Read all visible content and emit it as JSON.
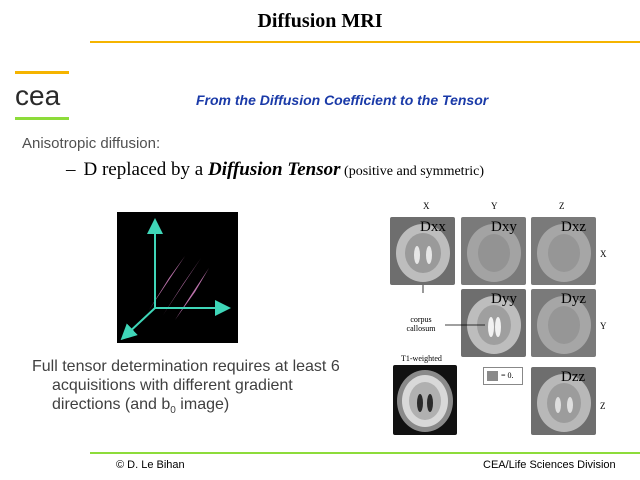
{
  "slide": {
    "title": "Diffusion MRI",
    "subtitle": "From the Diffusion Coefficient to the Tensor",
    "logo_text": "cea",
    "section_label": "Anisotropic diffusion:",
    "bullet": {
      "dash": "–",
      "prefix": "D replaced by a ",
      "emphasis": "Diffusion Tensor",
      "suffix": " (positive and symmetric)"
    },
    "note": {
      "line1": "Full tensor determination requires at least 6",
      "line2": "acquisitions with different gradient",
      "line3_pre": "directions (and b",
      "line3_sub": "0",
      "line3_post": " image)"
    }
  },
  "figure": {
    "column_labels": [
      "X",
      "Y",
      "Z"
    ],
    "row_labels": [
      "X",
      "Y",
      "Z"
    ],
    "tiles": {
      "dxx": "Dxx",
      "dxy": "Dxy",
      "dxz": "Dxz",
      "dyy": "Dyy",
      "dyz": "Dyz",
      "dzz": "Dzz"
    },
    "corpus_callosum_line1": "corpus",
    "corpus_callosum_line2": "callosum",
    "t1_label": "T1-weighted",
    "scale_label": "= 0."
  },
  "footer": {
    "left": "© D. Le Bihan",
    "right": "CEA/Life Sciences Division"
  },
  "colors": {
    "title_rule": "#f5b400",
    "footer_rule": "#8ddc3a",
    "subtitle": "#1a3aa8",
    "arrows": "#3fd6b8",
    "planes": "#d27fc0"
  }
}
